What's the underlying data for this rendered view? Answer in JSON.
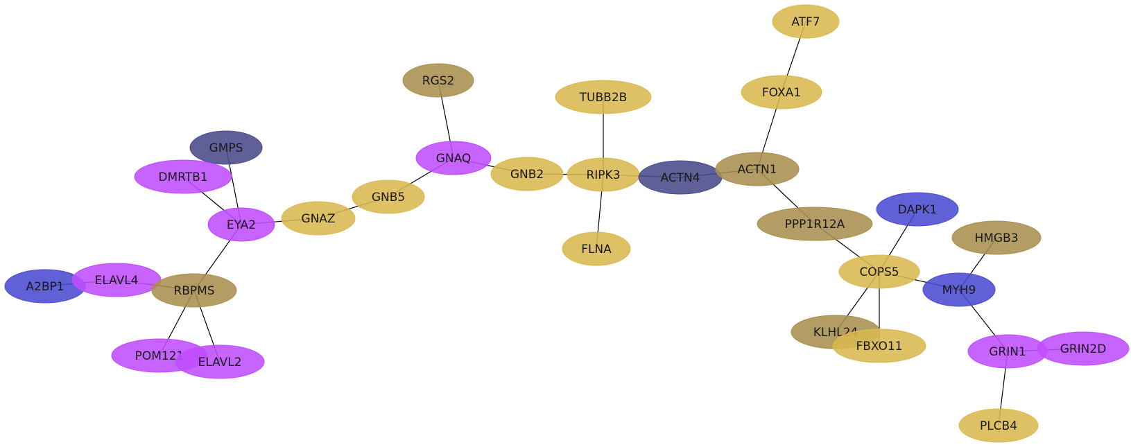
{
  "colors": {
    "gold": "#d9b84e",
    "olive": "#a88f4f",
    "magenta": "#bf4dff",
    "slate": "#4a4a8a",
    "blue": "#4a4ad1",
    "edge": "#000000"
  },
  "nodes": [
    {
      "id": "ATF7",
      "label": "ATF7",
      "color": "gold"
    },
    {
      "id": "FOXA1",
      "label": "FOXA1",
      "color": "gold"
    },
    {
      "id": "RGS2",
      "label": "RGS2",
      "color": "olive"
    },
    {
      "id": "TUBB2B",
      "label": "TUBB2B",
      "color": "gold"
    },
    {
      "id": "GMPS",
      "label": "GMPS",
      "color": "slate"
    },
    {
      "id": "DMRTB1",
      "label": "DMRTB1",
      "color": "magenta"
    },
    {
      "id": "GNAQ",
      "label": "GNAQ",
      "color": "magenta"
    },
    {
      "id": "GNB2",
      "label": "GNB2",
      "color": "gold"
    },
    {
      "id": "RIPK3",
      "label": "RIPK3",
      "color": "gold"
    },
    {
      "id": "ACTN4",
      "label": "ACTN4",
      "color": "slate"
    },
    {
      "id": "ACTN1",
      "label": "ACTN1",
      "color": "olive"
    },
    {
      "id": "GNB5",
      "label": "GNB5",
      "color": "gold"
    },
    {
      "id": "GNAZ",
      "label": "GNAZ",
      "color": "gold"
    },
    {
      "id": "EYA2",
      "label": "EYA2",
      "color": "magenta"
    },
    {
      "id": "PPP1R12A",
      "label": "PPP1R12A",
      "color": "olive"
    },
    {
      "id": "DAPK1",
      "label": "DAPK1",
      "color": "blue"
    },
    {
      "id": "HMGB3",
      "label": "HMGB3",
      "color": "olive"
    },
    {
      "id": "FLNA",
      "label": "FLNA",
      "color": "gold"
    },
    {
      "id": "COPS5",
      "label": "COPS5",
      "color": "gold"
    },
    {
      "id": "MYH9",
      "label": "MYH9",
      "color": "blue"
    },
    {
      "id": "A2BP1",
      "label": "A2BP1",
      "color": "blue"
    },
    {
      "id": "ELAVL4",
      "label": "ELAVL4",
      "color": "magenta"
    },
    {
      "id": "RBPMS",
      "label": "RBPMS",
      "color": "olive"
    },
    {
      "id": "KLHL24",
      "label": "KLHL24",
      "color": "olive"
    },
    {
      "id": "FBXO11",
      "label": "FBXO11",
      "color": "gold"
    },
    {
      "id": "POM121",
      "label": "POM121",
      "color": "magenta"
    },
    {
      "id": "ELAVL2",
      "label": "ELAVL2",
      "color": "magenta"
    },
    {
      "id": "GRIN1",
      "label": "GRIN1",
      "color": "magenta"
    },
    {
      "id": "GRIN2D",
      "label": "GRIN2D",
      "color": "magenta"
    },
    {
      "id": "PLCB4",
      "label": "PLCB4",
      "color": "gold"
    }
  ],
  "edges": [
    [
      "ATF7",
      "FOXA1"
    ],
    [
      "FOXA1",
      "ACTN1"
    ],
    [
      "RGS2",
      "GNAQ"
    ],
    [
      "TUBB2B",
      "RIPK3"
    ],
    [
      "GMPS",
      "EYA2"
    ],
    [
      "DMRTB1",
      "EYA2"
    ],
    [
      "GNAQ",
      "GNB5"
    ],
    [
      "GNAQ",
      "GNB2"
    ],
    [
      "GNB2",
      "RIPK3"
    ],
    [
      "RIPK3",
      "ACTN4"
    ],
    [
      "RIPK3",
      "FLNA"
    ],
    [
      "ACTN4",
      "ACTN1"
    ],
    [
      "ACTN1",
      "PPP1R12A"
    ],
    [
      "GNB5",
      "GNAZ"
    ],
    [
      "GNAZ",
      "EYA2"
    ],
    [
      "EYA2",
      "RBPMS"
    ],
    [
      "PPP1R12A",
      "COPS5"
    ],
    [
      "DAPK1",
      "COPS5"
    ],
    [
      "COPS5",
      "MYH9"
    ],
    [
      "COPS5",
      "KLHL24"
    ],
    [
      "COPS5",
      "FBXO11"
    ],
    [
      "HMGB3",
      "MYH9"
    ],
    [
      "MYH9",
      "GRIN1"
    ],
    [
      "GRIN1",
      "GRIN2D"
    ],
    [
      "GRIN1",
      "PLCB4"
    ],
    [
      "A2BP1",
      "ELAVL4"
    ],
    [
      "ELAVL4",
      "RBPMS"
    ],
    [
      "RBPMS",
      "POM121"
    ],
    [
      "RBPMS",
      "ELAVL2"
    ]
  ]
}
